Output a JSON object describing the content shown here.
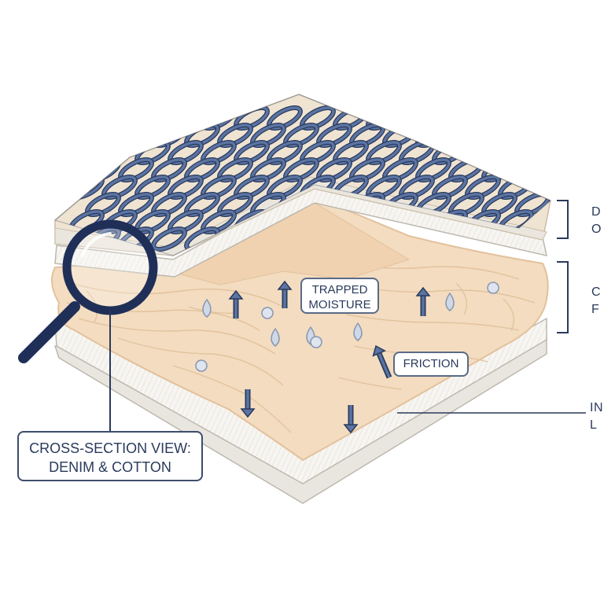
{
  "labels": {
    "trapped_moisture_line1": "TRAPPED",
    "trapped_moisture_line2": "MOISTURE",
    "friction": "FRICTION",
    "cross_section_line1": "CROSS-SECTION VIEW:",
    "cross_section_line2": "DENIM & COTTON",
    "right_top_line1": "D",
    "right_top_line2": "O",
    "right_mid_line1": "C",
    "right_mid_line2": "F",
    "right_bottom_line1": "IN",
    "right_bottom_line2": "L"
  },
  "colors": {
    "denim": "#5b74a3",
    "denim_dark": "#2a3a5c",
    "cotton": "#f3dcc0",
    "cotton_stroke": "#e3c19c",
    "liner": "#f5f3ef",
    "outline": "#2a3a5c",
    "droplet": "#cfd8e6"
  },
  "icons": [
    "magnifier-icon",
    "up-arrow-icon",
    "down-arrow-icon",
    "droplet-icon"
  ]
}
